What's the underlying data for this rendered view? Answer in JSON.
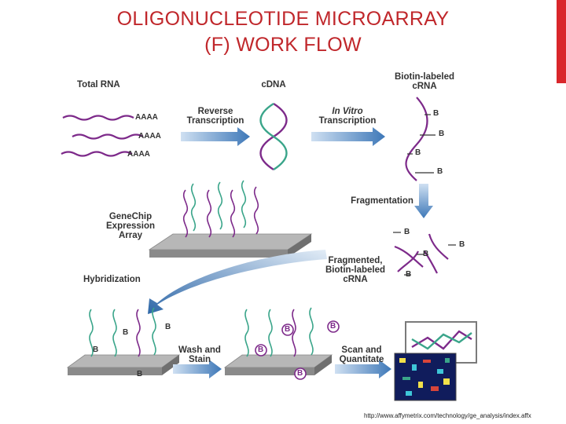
{
  "slide": {
    "title_line1": "OLIGONUCLEOTIDE MICROARRAY",
    "title_line2": "(F) WORK FLOW",
    "source": "http://www.affymetrix.com/technology/ge_analysis/index.affx"
  },
  "diagram": {
    "total_rna": "Total RNA",
    "poly_a": "AAAA",
    "reverse_transcription_1": "Reverse",
    "reverse_transcription_2": "Transcription",
    "cdna": "cDNA",
    "in_vitro_1": "In Vitro",
    "in_vitro_2": "Transcription",
    "biotin_crna_1": "Biotin-labeled",
    "biotin_crna_2": "cRNA",
    "biotin_tag": "B",
    "fragmentation": "Fragmentation",
    "genechip_1": "GeneChip",
    "genechip_2": "Expression",
    "genechip_3": "Array",
    "fragmented_1": "Fragmented,",
    "fragmented_2": "Biotin-labeled",
    "fragmented_3": "cRNA",
    "hybridization": "Hybridization",
    "wash_stain_1": "Wash and",
    "wash_stain_2": "Stain",
    "scan_1": "Scan and",
    "scan_2": "Quantitate"
  },
  "colors": {
    "title": "#c0272b",
    "accent_bar": "#d9272b",
    "rna_strand": "#7d2a8a",
    "dna_strand": "#3aa58a",
    "arrow_blue": "#3e78b8",
    "chip_gray": "#b7b7b7"
  }
}
